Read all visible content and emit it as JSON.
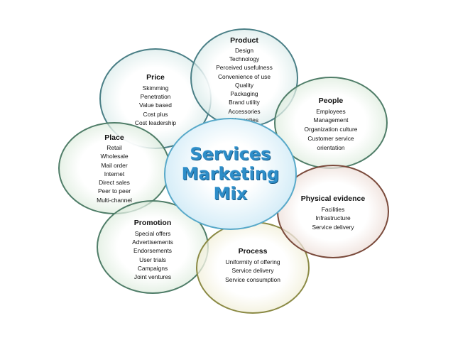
{
  "center": {
    "lines": [
      "Services",
      "Marketing",
      "Mix"
    ]
  },
  "bubbles": {
    "product": {
      "title": "Product",
      "items": [
        "Design",
        "Technology",
        "Perceived usefulness",
        "Convenience of use",
        "Quality",
        "Packaging",
        "Brand utility",
        "Accessories",
        "Warranties"
      ]
    },
    "price": {
      "title": "Price",
      "items": [
        "Skimming",
        "Penetration",
        "Value based",
        "Cost plus",
        "Cost leadership"
      ]
    },
    "people": {
      "title": "People",
      "items": [
        "Employees",
        "Management",
        "Organization culture",
        "Customer service",
        "orientation"
      ]
    },
    "place": {
      "title": "Place",
      "items": [
        "Retail",
        "Wholesale",
        "Mail order",
        "Internet",
        "Direct sales",
        "Peer to peer",
        "Multi-channel"
      ]
    },
    "physical_evidence": {
      "title": "Physical evidence",
      "items": [
        "Facilities",
        "Infrastructure",
        "Service delivery"
      ]
    },
    "promotion": {
      "title": "Promotion",
      "items": [
        "Special offers",
        "Advertisements",
        "Endorsements",
        "User trials",
        "Campaigns",
        "Joint ventures"
      ]
    },
    "process": {
      "title": "Process",
      "items": [
        "Uniformity of offering",
        "Service delivery",
        "Service consumption"
      ]
    }
  }
}
